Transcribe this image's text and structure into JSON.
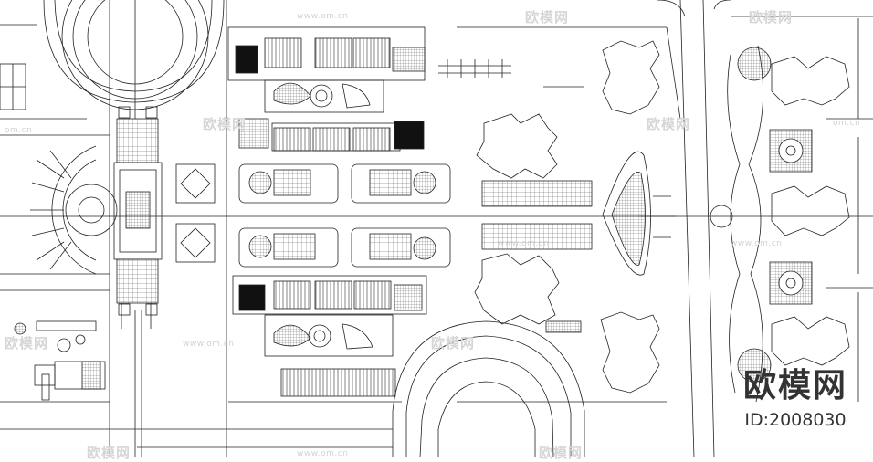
{
  "watermark": {
    "url": "www.om.cn",
    "url_alt": "om.cn",
    "logo": "欧模网"
  },
  "brand": {
    "name": "欧模网",
    "id": "ID:2008030"
  },
  "colors": {
    "line": "#222222",
    "fill_dark": "#111111",
    "hatch": "#444444",
    "watermark": "#d2d2d2"
  }
}
